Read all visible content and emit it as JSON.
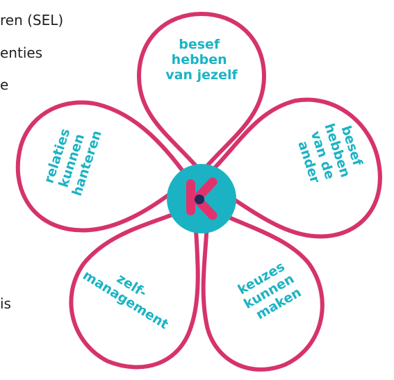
{
  "side_text": [
    "ren (SEL)",
    "enties",
    "e",
    "is"
  ],
  "petals": [
    {
      "id": "top",
      "lines": [
        "besef",
        "hebben",
        "van jezelf"
      ]
    },
    {
      "id": "right",
      "lines": [
        "besef",
        "hebben",
        "van de",
        "ander"
      ]
    },
    {
      "id": "bottom-right",
      "lines": [
        "keuzes",
        "kunnen",
        "maken"
      ]
    },
    {
      "id": "bottom-left",
      "lines": [
        "zelf-",
        "management"
      ]
    },
    {
      "id": "left",
      "lines": [
        "relaties",
        "kunnen",
        "hanteren"
      ]
    }
  ],
  "colors": {
    "petal_outline": "#d6336c",
    "label_text": "#1bb3c4",
    "center_circle": "#1bb3c4",
    "logo_pink": "#e0336e",
    "logo_navy": "#1f2a5a"
  },
  "center_logo": {
    "icon": "k-logo-icon"
  }
}
